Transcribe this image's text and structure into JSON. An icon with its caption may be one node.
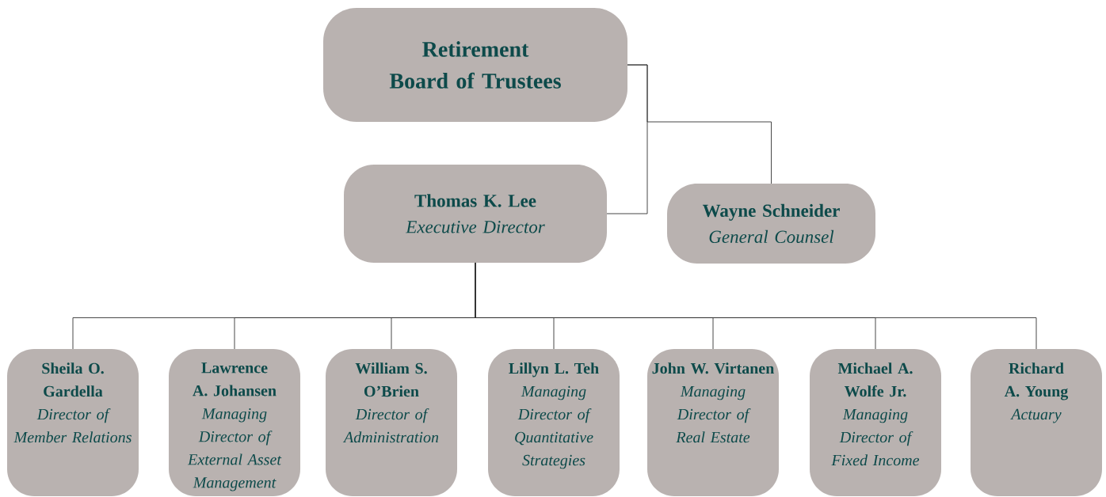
{
  "diagram": {
    "nodes": [
      {
        "text": [
          "Retirement Board of Trustees"
        ]
      },
      {
        "text": [
          "Thomas K. Lee",
          "Executive Director"
        ]
      },
      {
        "text": [
          "Wayne Schneider",
          "General Counsel"
        ]
      },
      {
        "text": [
          "Sheila O. Gardella",
          "Director of Member Relations"
        ]
      },
      {
        "text": [
          "Lawrence A. Johansen",
          "Managing Director of External Asset Management"
        ]
      },
      {
        "text": [
          "William S. O’Brien",
          "Director of Administration"
        ]
      },
      {
        "text": [
          "Lillyn L. Teh",
          "Managing Director of Quantitative Strategies"
        ]
      },
      {
        "text": [
          "John W. Virtanen",
          "Managing Director of Real Estate"
        ]
      },
      {
        "text": [
          "Michael A. Wolfe Jr.",
          "Managing Director of Fixed Income"
        ]
      },
      {
        "text": [
          "Richard A. Young",
          "Actuary"
        ]
      }
    ],
    "edges": [
      {
        "from": 0,
        "to": 1,
        "arrow": "none"
      },
      {
        "from": 0,
        "to": 2,
        "arrow": "none"
      },
      {
        "from": 1,
        "to": 3,
        "arrow": "none"
      },
      {
        "from": 1,
        "to": 4,
        "arrow": "none"
      },
      {
        "from": 1,
        "to": 5,
        "arrow": "none"
      },
      {
        "from": 1,
        "to": 6,
        "arrow": "none"
      },
      {
        "from": 1,
        "to": 7,
        "arrow": "none"
      },
      {
        "from": 1,
        "to": 8,
        "arrow": "none"
      },
      {
        "from": 1,
        "to": 9,
        "arrow": "none"
      }
    ]
  }
}
